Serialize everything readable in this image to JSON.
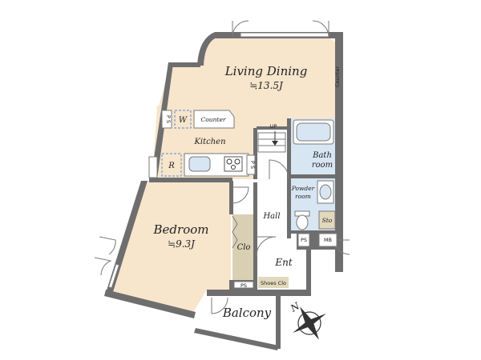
{
  "rooms": {
    "living_dining": {
      "name": "Living Dining",
      "area": "≒13.5J"
    },
    "bedroom": {
      "name": "Bedroom",
      "area": "≒9.3J"
    },
    "kitchen": "Kitchen",
    "bath_line1": "Bath",
    "bath_line2": "room",
    "powder_line1": "Powder",
    "powder_line2": "room",
    "hall": "Hall",
    "entrance": "Ent",
    "balcony": "Balcony",
    "closet": "Clo",
    "shoes_closet": "Shoes Clo",
    "storage": "Sto"
  },
  "fixtures": {
    "counter_kitchen": "Counter",
    "counter_wall": "Counter",
    "washer": "W",
    "fridge": "R",
    "ps": "PS",
    "meter_box": "MB",
    "stair_up": "UP",
    "ps_vertical": "P S"
  },
  "compass": {
    "north": "N"
  }
}
